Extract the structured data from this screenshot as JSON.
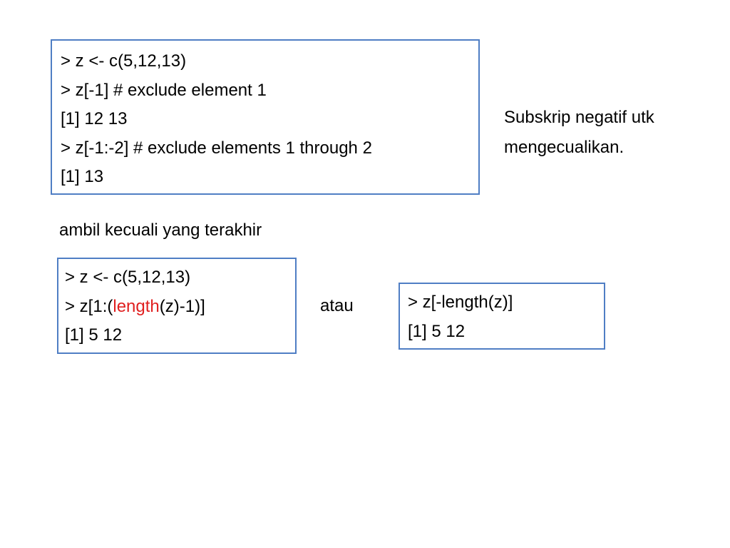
{
  "box1": {
    "lines": [
      "> z <- c(5,12,13)",
      "> z[-1] # exclude element 1",
      "[1] 12 13",
      "> z[-1:-2] # exclude elements 1 through 2",
      "[1] 13"
    ]
  },
  "note": {
    "line1": "Subskrip negatif utk",
    "line2": "mengecualikan."
  },
  "caption": "ambil kecuali yang terakhir",
  "box2": {
    "line1": "> z <- c(5,12,13)",
    "line2_prefix": "> z[1:(",
    "line2_highlight": "length",
    "line2_suffix": "(z)-1)]",
    "line3": "[1] 5 12"
  },
  "connector": "atau",
  "box3": {
    "line1": "> z[-length(z)]",
    "line2": "[1] 5 12"
  },
  "colors": {
    "box_border": "#4f7ec4",
    "highlight": "#e02020"
  }
}
